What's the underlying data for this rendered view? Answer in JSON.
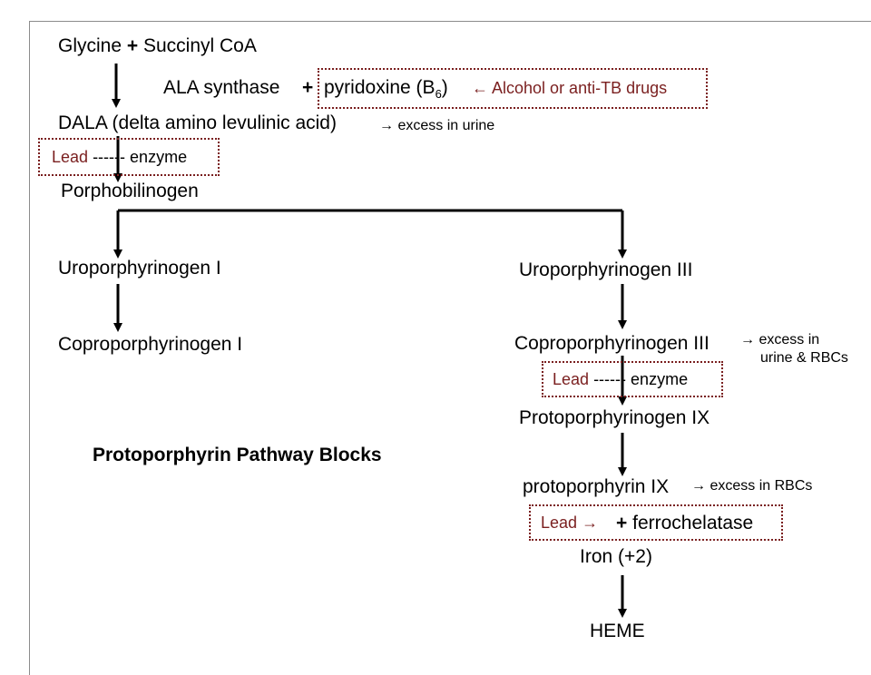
{
  "nodes": {
    "glycine": "Glycine",
    "plus": "+",
    "succinyl": "Succinyl CoA",
    "ala_synthase": "ALA synthase",
    "pyridoxine": "pyridoxine (B",
    "pyridoxine_sub": "6",
    "pyridoxine_close": ")",
    "alcohol_arrow": "←",
    "alcohol": "Alcohol or anti-TB drugs",
    "dala": "DALA (delta amino levulinic acid)",
    "dala_excess_arrow": "→",
    "dala_excess": "excess in urine",
    "lead1": "Lead",
    "lead1_dash": "------",
    "lead1_enzyme": "enzyme",
    "porphobilinogen": "Porphobilinogen",
    "uro1": "Uroporphyrinogen I",
    "copro1": "Coproporphyrinogen I",
    "uro3": "Uroporphyrinogen III",
    "copro3": "Coproporphyrinogen III",
    "copro3_arrow": "→",
    "copro3_excess1": "excess in",
    "copro3_excess2": "urine & RBCs",
    "lead2": "Lead",
    "lead2_dash": "------",
    "lead2_enzyme": "enzyme",
    "protogen9": "Protoporphyrinogen IX",
    "proto9": "protoporphyrin IX",
    "proto9_arrow": "→",
    "proto9_excess": "excess in RBCs",
    "lead3": "Lead",
    "lead3_arrow": "→",
    "lead3_plus": "+",
    "ferrochelatase": "ferrochelatase",
    "iron": "Iron (+2)",
    "heme": "HEME"
  },
  "title": "Protoporphyrin Pathway Blocks",
  "colors": {
    "block_red": "#7a1f1f",
    "text": "#000000",
    "frame": "#8c8c8c"
  }
}
